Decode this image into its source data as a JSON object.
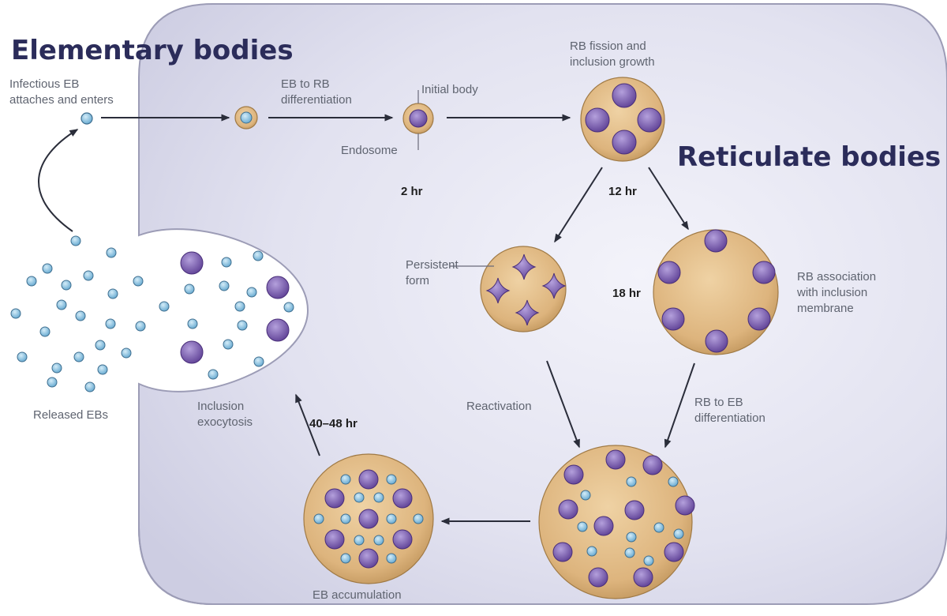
{
  "headings": {
    "elementary": "Elementary bodies",
    "reticulate": "Reticulate bodies"
  },
  "labels": {
    "infectious_l1": "Infectious EB",
    "infectious_l2": "attaches and enters",
    "eb_to_rb_l1": "EB to RB",
    "eb_to_rb_l2": "differentiation",
    "initial_body": "Initial body",
    "endosome": "Endosome",
    "rb_fission_l1": "RB fission and",
    "rb_fission_l2": "inclusion growth",
    "persistent_l1": "Persistent",
    "persistent_l2": "form",
    "rb_assoc_l1": "RB association",
    "rb_assoc_l2": "with inclusion",
    "rb_assoc_l3": "membrane",
    "reactivation": "Reactivation",
    "rb_to_eb_l1": "RB to EB",
    "rb_to_eb_l2": "differentiation",
    "inclusion_exo_l1": "Inclusion",
    "inclusion_exo_l2": "exocytosis",
    "released_ebs": "Released EBs",
    "eb_accumulation": "EB accumulation"
  },
  "times": {
    "t2": "2 hr",
    "t12": "12 hr",
    "t18": "18 hr",
    "t40": "40–48 hr"
  },
  "colors": {
    "cell_fill": "#d8d8ea",
    "inclusion_fill": "#d9b27c",
    "rb_fill": "#7d5fae",
    "eb_fill": "#8fc7e4",
    "heading": "#2b2c5a"
  }
}
